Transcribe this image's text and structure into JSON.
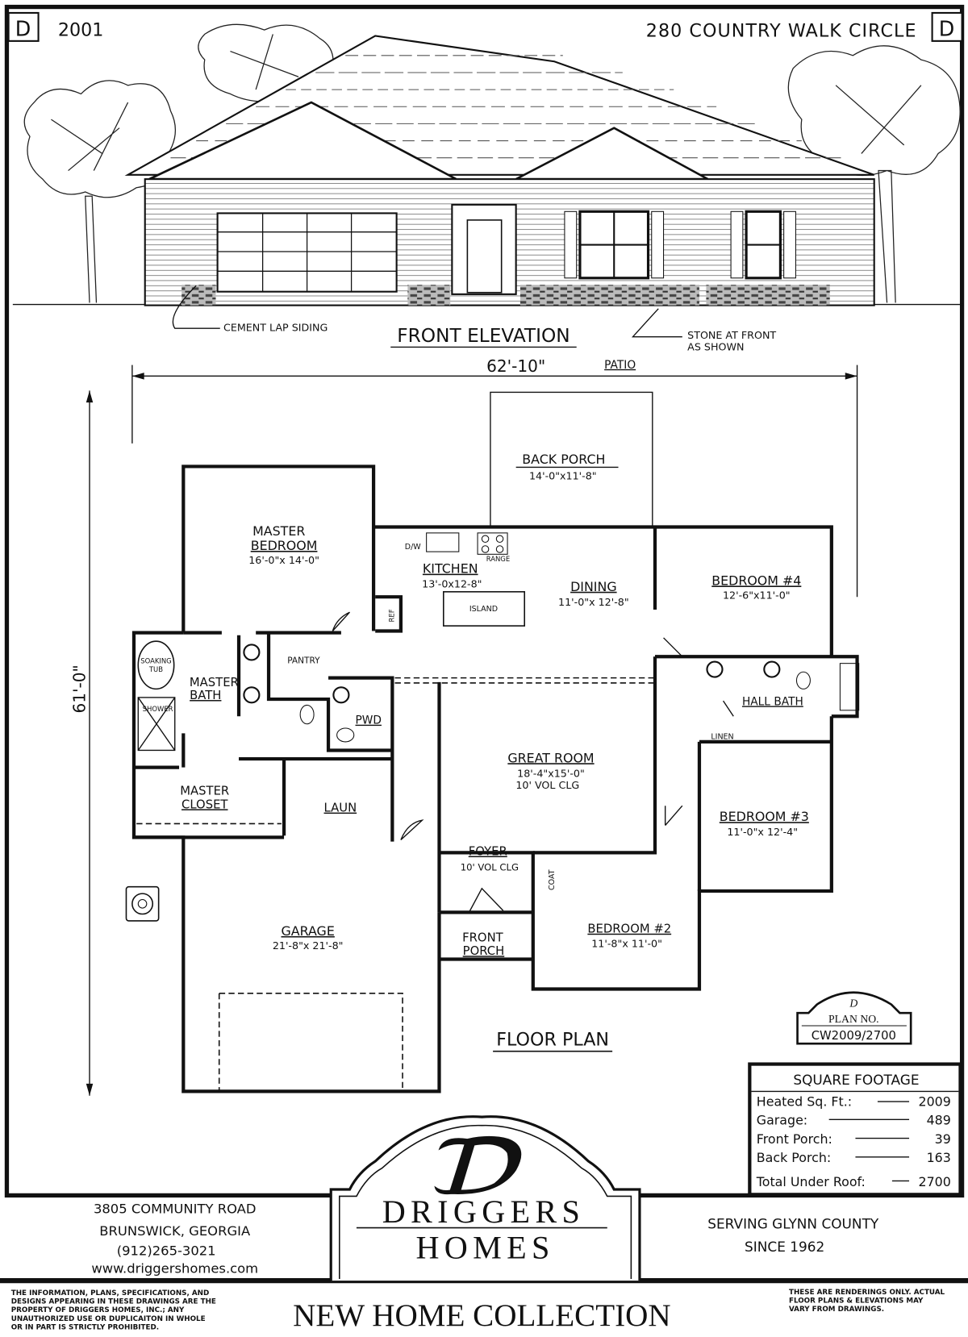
{
  "header": {
    "logo_letter": "D",
    "year": "2001",
    "address": "280 COUNTRY WALK CIRCLE"
  },
  "elevation": {
    "title": "FRONT ELEVATION",
    "note_left": "CEMENT LAP SIDING",
    "note_right_line1": "STONE AT FRONT",
    "note_right_line2": "AS SHOWN"
  },
  "dimensions": {
    "width": "62'-10\"",
    "depth": "61'-0\""
  },
  "floor_plan": {
    "title": "FLOOR PLAN",
    "rooms": {
      "patio": "PATIO",
      "back_porch": {
        "name": "BACK PORCH",
        "size": "14'-0\"x11'-8\""
      },
      "master_bedroom": {
        "name1": "MASTER",
        "name2": "BEDROOM",
        "size": "16'-0\"x 14'-0\""
      },
      "kitchen": {
        "name": "KITCHEN",
        "size": "13'-0x12-8\""
      },
      "dw": "D/W",
      "range": "RANGE",
      "ref": "REF",
      "island": "ISLAND",
      "dining": {
        "name": "DINING",
        "size": "11'-0\"x 12'-8\""
      },
      "bedroom4": {
        "name": "BEDROOM #4",
        "size": "12'-6\"x11'-0\""
      },
      "soaking_tub1": "SOAKING",
      "soaking_tub2": "TUB",
      "shower": "SHOWER",
      "master_bath1": "MASTER",
      "master_bath2": "BATH",
      "pantry": "PANTRY",
      "pwd": "PWD",
      "hall_bath": "HALL BATH",
      "linen": "LINEN",
      "master_closet1": "MASTER",
      "master_closet2": "CLOSET",
      "laun": "LAUN",
      "great_room": {
        "name": "GREAT ROOM",
        "size": "18'-4\"x15'-0\"",
        "ceiling": "10' VOL CLG"
      },
      "bedroom3": {
        "name": "BEDROOM #3",
        "size": "11'-0\"x 12'-4\""
      },
      "foyer": {
        "name": "FOYER",
        "ceiling": "10' VOL CLG"
      },
      "coat": "COAT",
      "front_porch1": "FRONT",
      "front_porch2": "PORCH",
      "bedroom2": {
        "name": "BEDROOM #2",
        "size": "11'-8\"x 11'-0\""
      },
      "garage": {
        "name": "GARAGE",
        "size": "21'-8\"x 21'-8\""
      }
    }
  },
  "plan_badge": {
    "label": "PLAN NO.",
    "number": "CW2009/2700"
  },
  "square_footage": {
    "title": "SQUARE FOOTAGE",
    "rows": [
      {
        "label": "Heated Sq. Ft.:",
        "value": "2009"
      },
      {
        "label": "Garage:",
        "value": "489"
      },
      {
        "label": "Front Porch:",
        "value": "39"
      },
      {
        "label": "Back Porch:",
        "value": "163"
      },
      {
        "label": "Total Under Roof:",
        "value": "2700"
      }
    ]
  },
  "company": {
    "address_line1": "3805 COMMUNITY ROAD",
    "address_line2": "BRUNSWICK, GEORGIA",
    "phone": "(912)265-3021",
    "website": "www.driggershomes.com",
    "logo_letter": "D",
    "name_line1": "DRIGGERS",
    "name_line2": "HOMES",
    "tagline1": "SERVING GLYNN COUNTY",
    "tagline2": "SINCE 1962"
  },
  "footer": {
    "collection": "NEW HOME COLLECTION",
    "disclaimer_left": [
      "THE INFORMATION, PLANS, SPECIFICATIONS, AND",
      "DESIGNS APPEARING IN THESE DRAWINGS ARE THE",
      "PROPERTY OF DRIGGERS HOMES, INC.; ANY",
      "UNAUTHORIZED USE OR DUPLICAITON IN WHOLE",
      "OR IN PART IS STRICTLY PROHIBITED."
    ],
    "disclaimer_right": [
      "THESE ARE RENDERINGS ONLY. ACTUAL",
      "FLOOR PLANS & ELEVATIONS MAY",
      "VARY FROM DRAWINGS."
    ]
  }
}
